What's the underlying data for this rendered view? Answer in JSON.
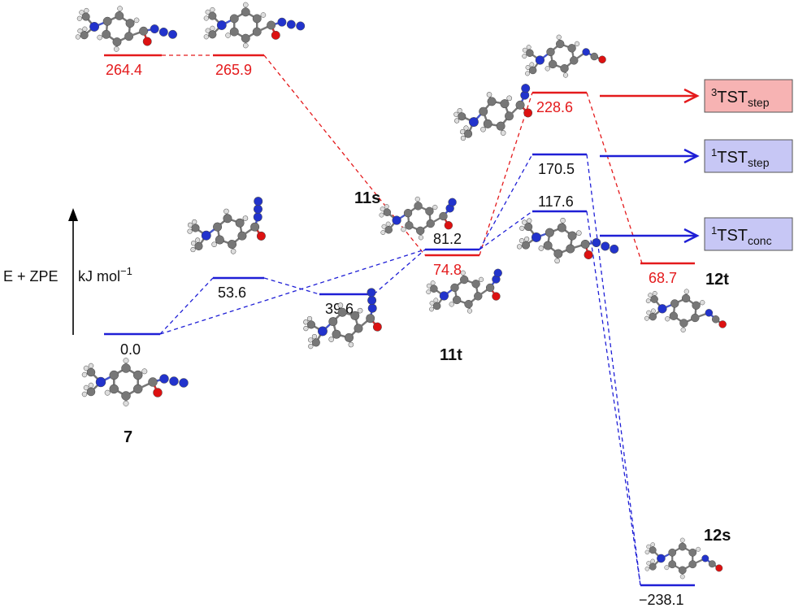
{
  "axis": {
    "label_left": "E + ZPE",
    "label_right": "kJ mol",
    "label_exp": "−1"
  },
  "colors": {
    "red": "#e41a1c",
    "blue": "#1f1fd6",
    "red_box": "#f7b3b3",
    "blue_box": "#c7c7f5",
    "atom_c": "#777777",
    "atom_n": "#2233cc",
    "atom_o": "#dd1111",
    "atom_h": "#dddddd"
  },
  "levels": {
    "lvl_7": {
      "value": "0.0"
    },
    "lvl_53": {
      "value": "53.6"
    },
    "lvl_39": {
      "value": "39.6"
    },
    "lvl_264": {
      "value": "264.4"
    },
    "lvl_265": {
      "value": "265.9"
    },
    "lvl_81": {
      "value": "81.2"
    },
    "lvl_74": {
      "value": "74.8"
    },
    "lvl_228": {
      "value": "228.6"
    },
    "lvl_170": {
      "value": "170.5"
    },
    "lvl_117": {
      "value": "117.6"
    },
    "lvl_68": {
      "value": "68.7"
    },
    "lvl_238": {
      "value": "−238.1"
    }
  },
  "species": {
    "s7": "7",
    "s11s": "11s",
    "s11t": "11t",
    "s12t": "12t",
    "s12s": "12s"
  },
  "legend": {
    "tst3": {
      "sup": "3",
      "main": "TST",
      "sub": "step"
    },
    "tst1step": {
      "sup": "1",
      "main": "TST",
      "sub": "step"
    },
    "tst1conc": {
      "sup": "1",
      "main": "TST",
      "sub": "conc"
    }
  }
}
